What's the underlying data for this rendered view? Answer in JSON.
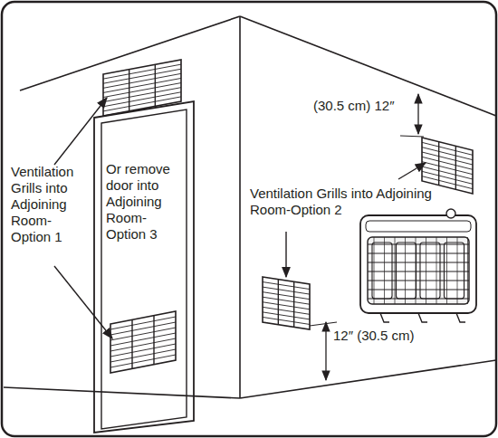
{
  "diagram": {
    "nodes": [
      {
        "text": [
          "Or remove door into Adjoining Room- Option 3"
        ]
      }
    ],
    "labels": [
      "Ventilation Grills into Adjoining Room- Option 1",
      "Ventilation Grills into Adjoining Room-Option 2",
      "(30.5 cm) 12″",
      "12″ (30.5 cm)"
    ]
  }
}
